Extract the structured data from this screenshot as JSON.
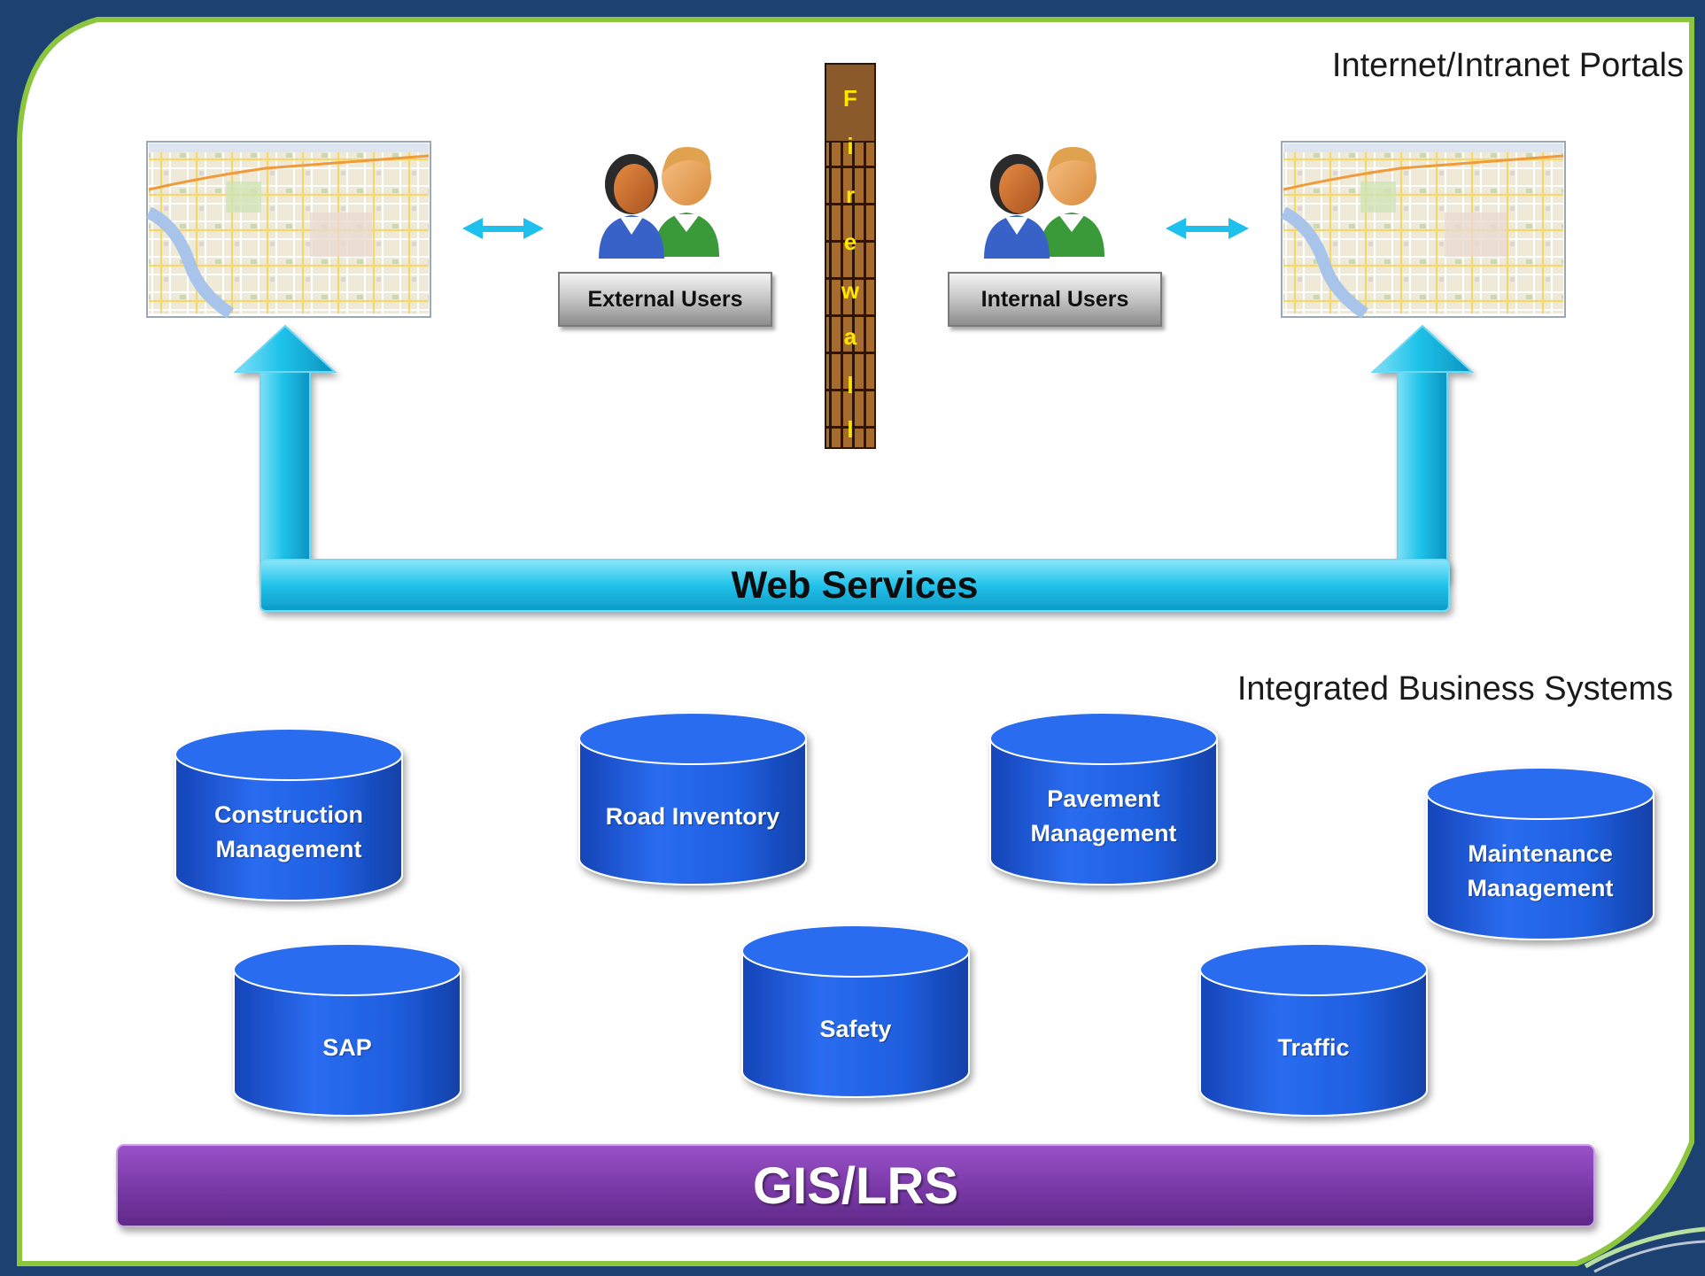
{
  "portals_title": "Internet/Intranet Portals",
  "systems_title": "Integrated Business Systems",
  "users": {
    "external": "External Users",
    "internal": "Internal Users"
  },
  "firewall": {
    "letters": [
      "F",
      "i",
      "r",
      "e",
      "w",
      "a",
      "l",
      "l"
    ]
  },
  "web_services": "Web Services",
  "gis_lrs": "GIS/LRS",
  "systems": {
    "construction": "Construction Management",
    "road_inventory": "Road Inventory",
    "pavement": "Pavement Management",
    "maintenance": "Maintenance Management",
    "sap": "SAP",
    "safety": "Safety",
    "traffic": "Traffic"
  },
  "colors": {
    "background": "#1d4272",
    "border_green": "#8cc63f",
    "database_blue": "#1f5fe0",
    "web_services_cyan": "#19bde6",
    "gis_purple": "#7b3aa8",
    "firewall_brown": "#8b5a2b",
    "firewall_text": "#ffe600"
  },
  "icons": [
    "map-screenshot-icon",
    "user-pair-icon",
    "double-arrow-icon",
    "up-arrow-icon",
    "database-icon",
    "brick-wall-icon"
  ]
}
